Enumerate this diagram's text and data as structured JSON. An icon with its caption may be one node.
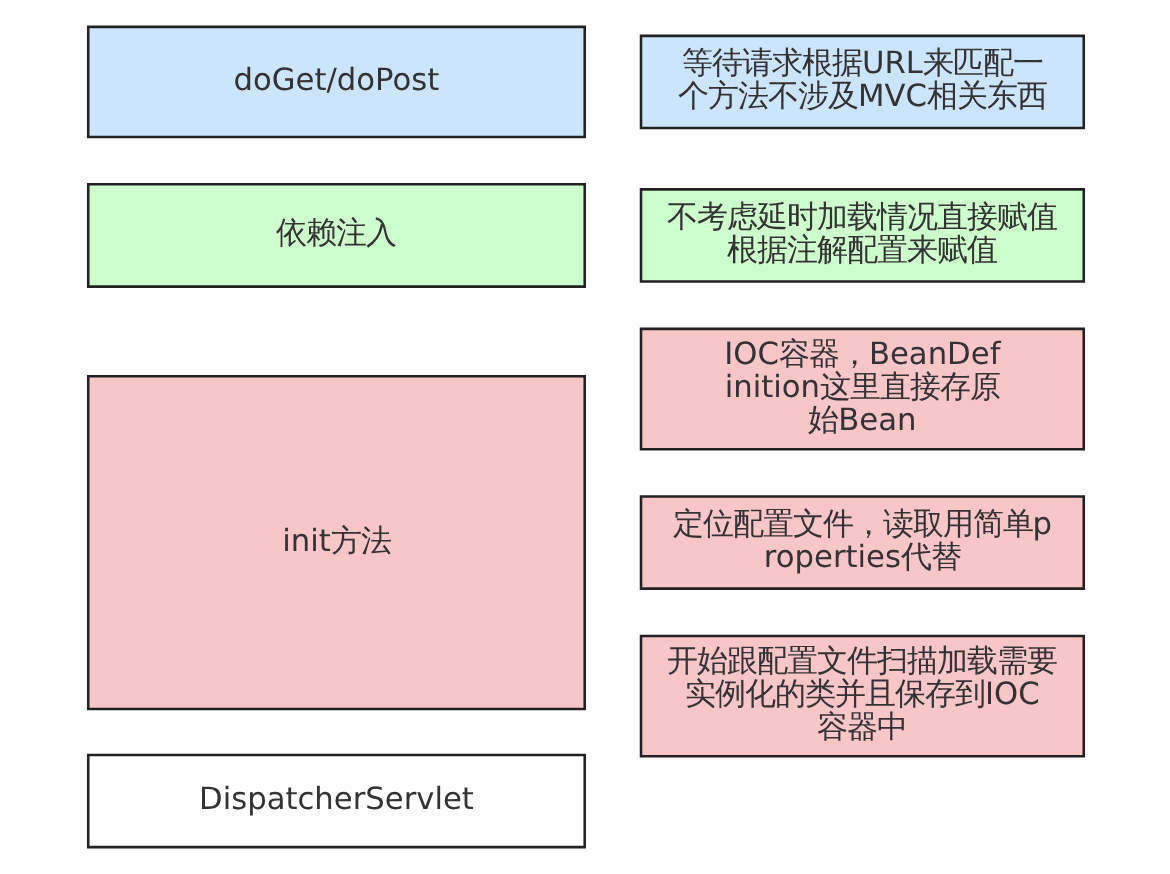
{
  "diagram": {
    "nodes": [
      {
        "text": [
          "DispatcherServlet"
        ]
      },
      {
        "text": [
          "init方法"
        ]
      },
      {
        "text": [
          "IOC容器，BeanDefinition这里直接存原始Bean"
        ]
      },
      {
        "text": [
          "定位配置文件，读取用简单properties代替"
        ]
      },
      {
        "text": [
          "开始跟配置文件扫描加载需要实例化的类并且保存到IOC容器中"
        ]
      },
      {
        "text": [
          "依赖注入"
        ]
      },
      {
        "text": [
          "不考虑延时加载情况直接赋值根据注解配置来赋值"
        ]
      },
      {
        "text": [
          "doGet/doPost"
        ]
      },
      {
        "text": [
          "等待请求根据URL来匹配一个方法不涉及MVC相关东西"
        ]
      }
    ],
    "edges": []
  }
}
